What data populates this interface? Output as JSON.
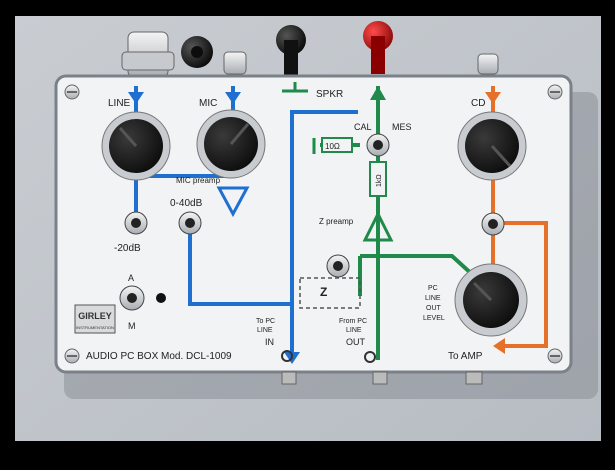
{
  "panel": {
    "title": "AUDIO PC BOX Mod. DCL-1009",
    "logo_text_top": "GIRLEY",
    "logo_text_bottom": "INSTRUMENTATION"
  },
  "labels": {
    "line": "LINE",
    "mic": "MIC",
    "cd": "CD",
    "spkr": "SPKR",
    "cal": "CAL",
    "mes": "MES",
    "mic_preamp": "MIC preamp",
    "mic_gain": "0-40dB",
    "minus_20db": "-20dB",
    "switch_a": "A",
    "switch_m": "M",
    "resistor_10": "10Ω",
    "resistor_1k": "1kΩ",
    "z_preamp": "Z preamp",
    "z": "Z",
    "to_pc_line": "To PC",
    "to_pc_line2": "LINE",
    "to_pc_in": "IN",
    "from_pc": "From PC",
    "from_pc_line": "LINE",
    "from_pc_out": "OUT",
    "pc_line_out_level_1": "PC",
    "pc_line_out_level_2": "LINE",
    "pc_line_out_level_3": "OUT",
    "pc_line_out_level_4": "LEVEL",
    "to_amp": "To AMP"
  },
  "colors": {
    "blue": "#1f6fd1",
    "green": "#1f8a4a",
    "orange": "#e5702a",
    "panel": "#f2f3f5",
    "knob": "#111111"
  }
}
